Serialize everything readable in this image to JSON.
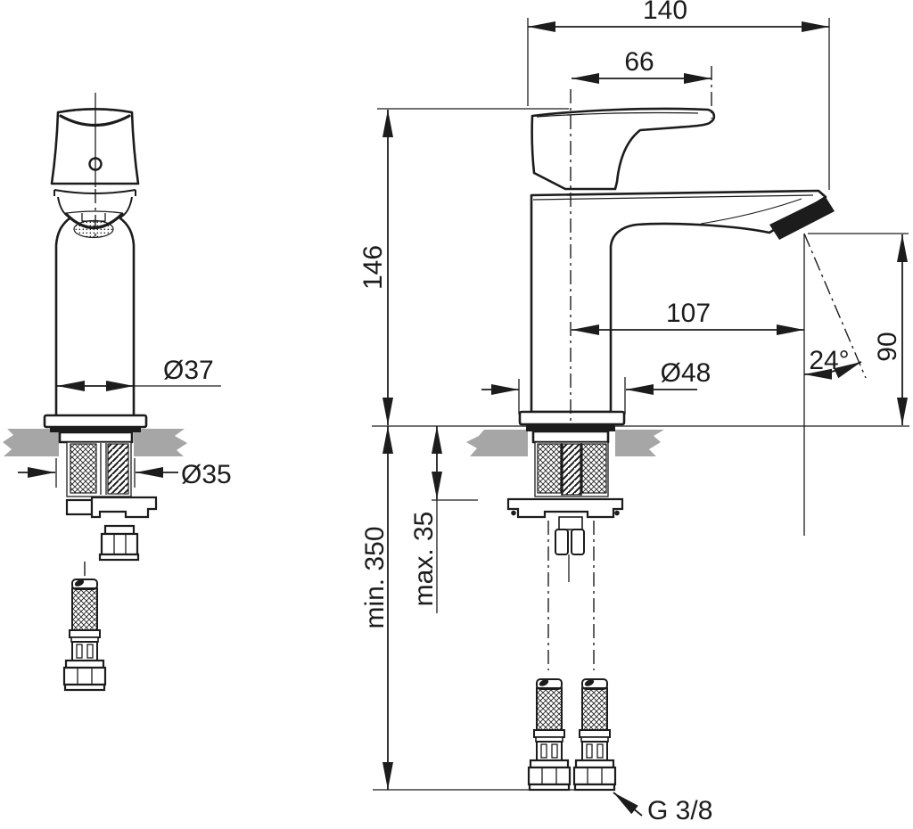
{
  "drawing": {
    "front_view": {
      "dimensions": {
        "body_diameter": "Ø37",
        "shank_diameter": "Ø35"
      }
    },
    "side_view": {
      "dimensions": {
        "overall_depth": "140",
        "handle_axis_offset": "66",
        "height_to_handle_top": "146",
        "spout_reach": "107",
        "base_diameter": "Ø48",
        "stream_angle": "24°",
        "outlet_height": "90",
        "deck_thickness_max": "max. 35",
        "hose_length_min": "min. 350",
        "supply_thread": "G 3/8"
      }
    },
    "colors": {
      "line": "#1c1c1c",
      "countertop": "#a6a6a6",
      "background": "#ffffff"
    }
  }
}
